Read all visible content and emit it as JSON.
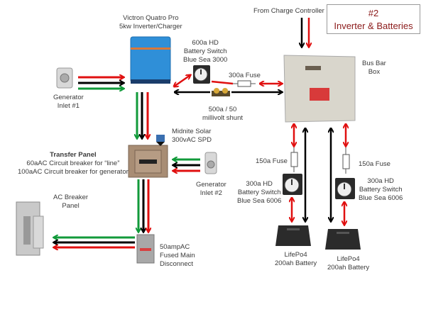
{
  "title": {
    "number": "#2",
    "text": "Inverter & Batteries",
    "color": "#8b1a1a"
  },
  "wire_colors": {
    "positive": "#e01010",
    "negative": "#000000",
    "ground": "#119a3a"
  },
  "components": {
    "inverter": {
      "line1": "Victron Quatro Pro",
      "line2": "5kw Inverter/Charger",
      "color": "#2f8fd8"
    },
    "main_switch": {
      "line1": "600a HD",
      "line2": "Battery Switch",
      "line3": "Blue Sea 3000"
    },
    "main_fuse": {
      "label": "300a Fuse"
    },
    "shunt": {
      "line1": "500a / 50",
      "line2": "millivolt shunt"
    },
    "charge_controller": {
      "label": "From  Charge Controller"
    },
    "bus_bar_box": {
      "line1": "Bus Bar",
      "line2": "Box"
    },
    "generator_inlet_1": {
      "line1": "Generator",
      "line2": "Inlet #1"
    },
    "generator_inlet_2": {
      "line1": "Generator",
      "line2": "Inlet  #2"
    },
    "spd": {
      "line1": "Midnite Solar",
      "line2": "300vAC SPD"
    },
    "transfer_panel": {
      "title": "Transfer Panel",
      "line1": "60aAC Circuit breaker for “line”",
      "line2": "100aAC Circuit breaker for generator"
    },
    "ac_breaker_panel": {
      "line1": "AC Breaker",
      "line2": "Panel"
    },
    "fused_disconnect": {
      "line1": "50ampAC",
      "line2": "Fused Main",
      "line3": "Disconnect"
    },
    "fuse_left": {
      "label": "150a Fuse"
    },
    "fuse_right": {
      "label": "150a Fuse"
    },
    "switch_left": {
      "line1": "300a HD",
      "line2": "Battery Switch",
      "line3": "Blue Sea 6006"
    },
    "switch_right": {
      "line1": "300a HD",
      "line2": "Battery Switch",
      "line3": "Blue Sea 6006"
    },
    "battery_left": {
      "line1": "LifePo4",
      "line2": "200ah Battery"
    },
    "battery_right": {
      "line1": "LifePo4",
      "line2": "200ah Battery"
    }
  }
}
